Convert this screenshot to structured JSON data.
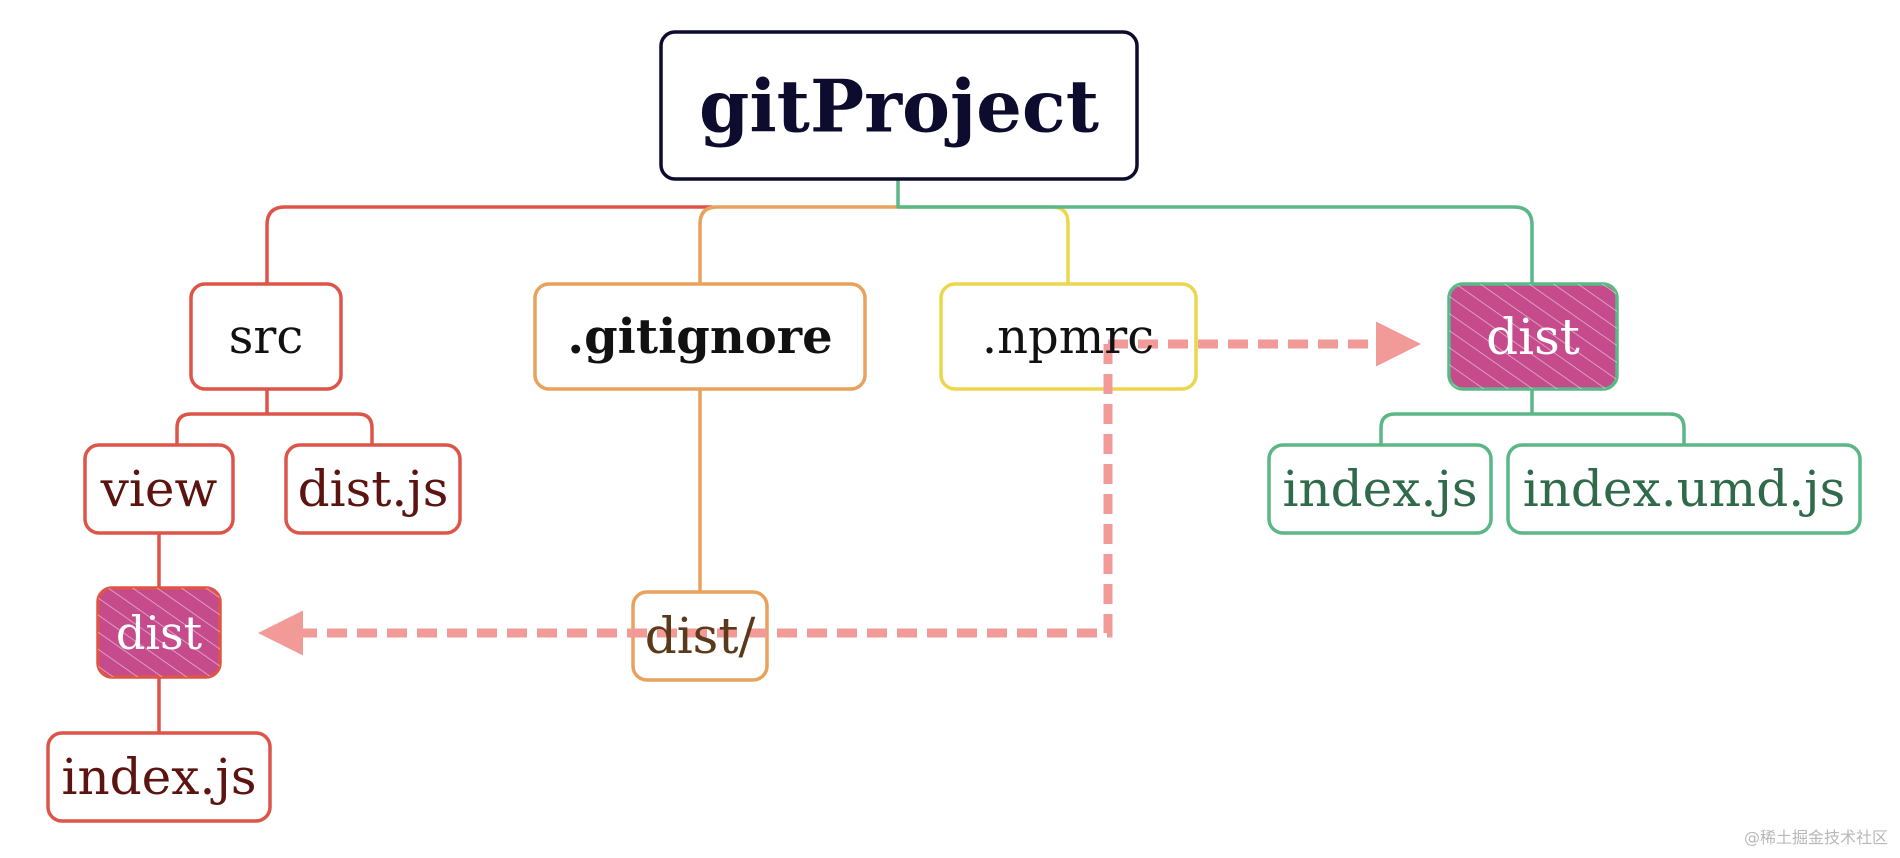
{
  "colors": {
    "root": "#0d0c2e",
    "src_branch": "#dd5548",
    "gitignore_branch": "#e8a25c",
    "npmrc_branch": "#ecd64e",
    "dist_branch": "#5bb785",
    "arrow": "#f29a98",
    "highlight_fill": "#c54b8c",
    "src_text": "#5b1410",
    "gitignore_text": "#5a3a1a",
    "dist_text": "#2f6b4a"
  },
  "nodes": {
    "root": "gitProject",
    "src": "src",
    "gitignore": ".gitignore",
    "npmrc": ".npmrc",
    "dist_root": "dist",
    "view": "view",
    "dist_js": "dist.js",
    "dist_src": "dist",
    "index_js_src": "index.js",
    "dist_slash": "dist/",
    "index_js_dist": "index.js",
    "index_umd_js": "index.umd.js"
  },
  "watermark": "@稀土掘金技术社区"
}
